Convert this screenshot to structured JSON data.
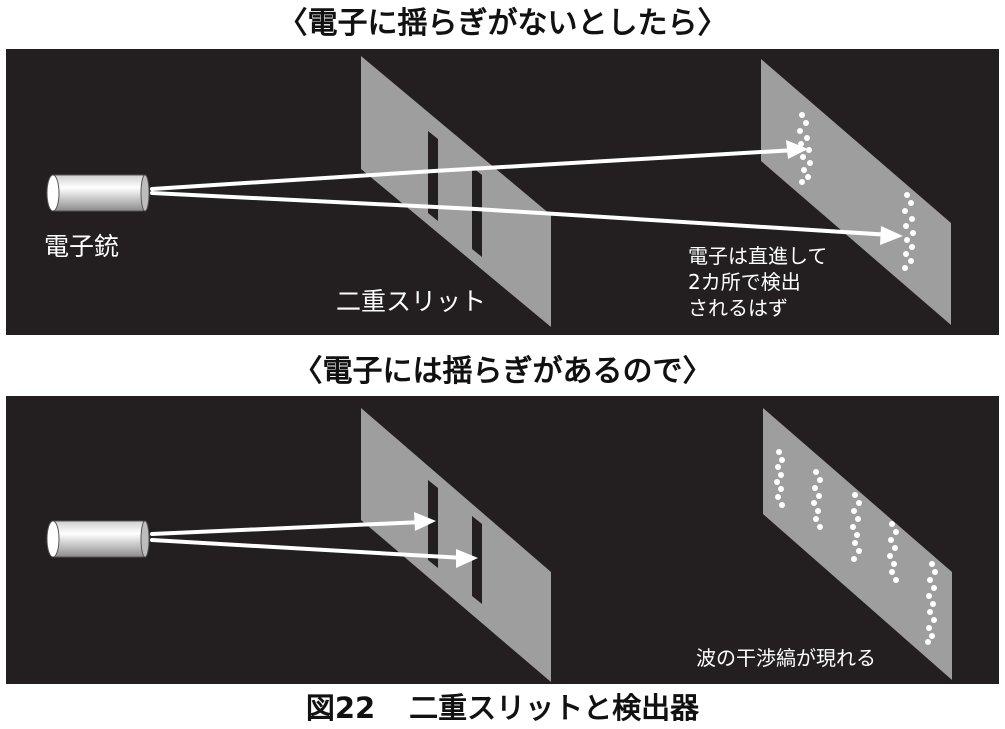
{
  "headings": {
    "top": "〈電子に揺らぎがないとしたら〉",
    "bottom": "〈電子には揺らぎがあるので〉"
  },
  "panel_top": {
    "gun_label": "電子銃",
    "slit_label": "二重スリット",
    "note_lines": [
      "電子は直進して",
      "2カ所で検出",
      "されるはず"
    ]
  },
  "panel_bottom": {
    "screen_label": "波の干渉縞が現れる"
  },
  "caption": {
    "figure_number": "図22",
    "title": "二重スリットと検出器"
  },
  "colors": {
    "background": "#231f20",
    "plate": "#9e9e9e",
    "beam": "#ffffff",
    "dots": "#ffffff"
  }
}
